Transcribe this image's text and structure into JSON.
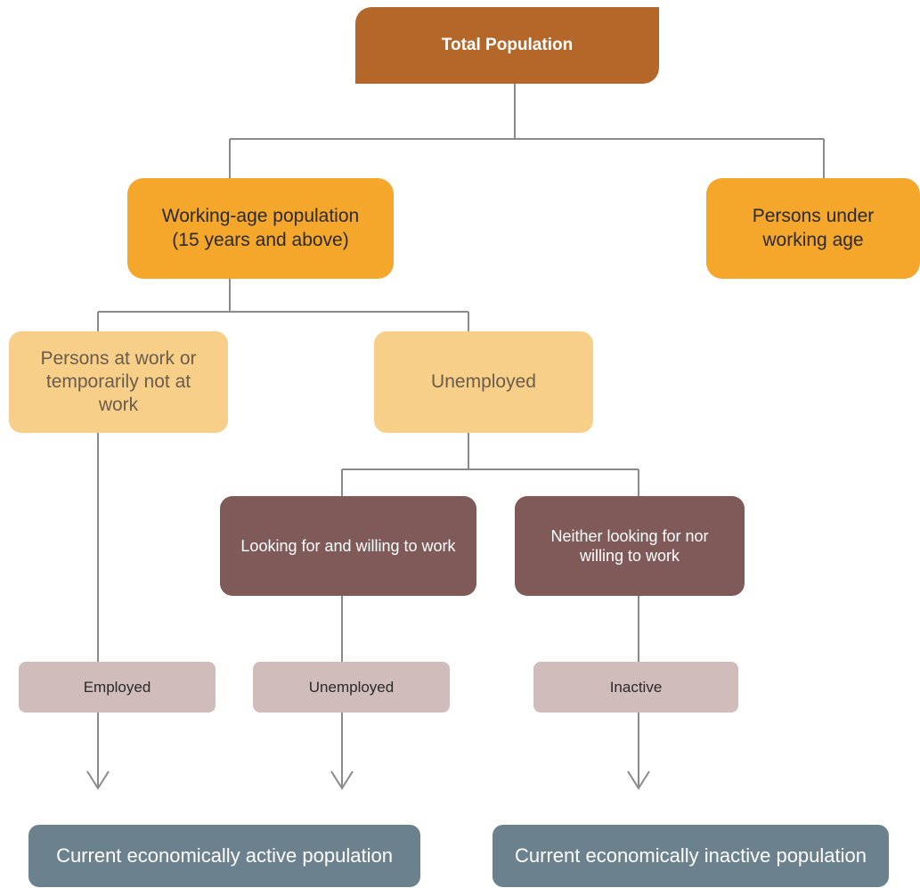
{
  "nodes": {
    "total_population": "Total Population",
    "working_age": [
      "Working-age population",
      "(15 years and above)"
    ],
    "under_working_age": [
      "Persons under",
      "working age"
    ],
    "at_work": [
      "Persons at work or",
      "temporarily not at",
      "work"
    ],
    "unemployed": "Unemployed",
    "looking_for_work": "Looking for and willing to work",
    "neither_looking": [
      "Neither looking for nor",
      "willing to work"
    ],
    "employed": "Employed",
    "unemployed_status": "Unemployed",
    "inactive": "Inactive",
    "active_population": "Current economically active population",
    "inactive_population": "Current economically inactive population"
  },
  "colors": {
    "connector": "#8a8a8a",
    "total_fill": "#b5672a",
    "level2_fill": "#f5a72b",
    "level3_fill": "#f8cf88",
    "level4_fill": "#7f5a58",
    "status_fill": "#d1bcbc",
    "result_fill": "#6b818e"
  }
}
